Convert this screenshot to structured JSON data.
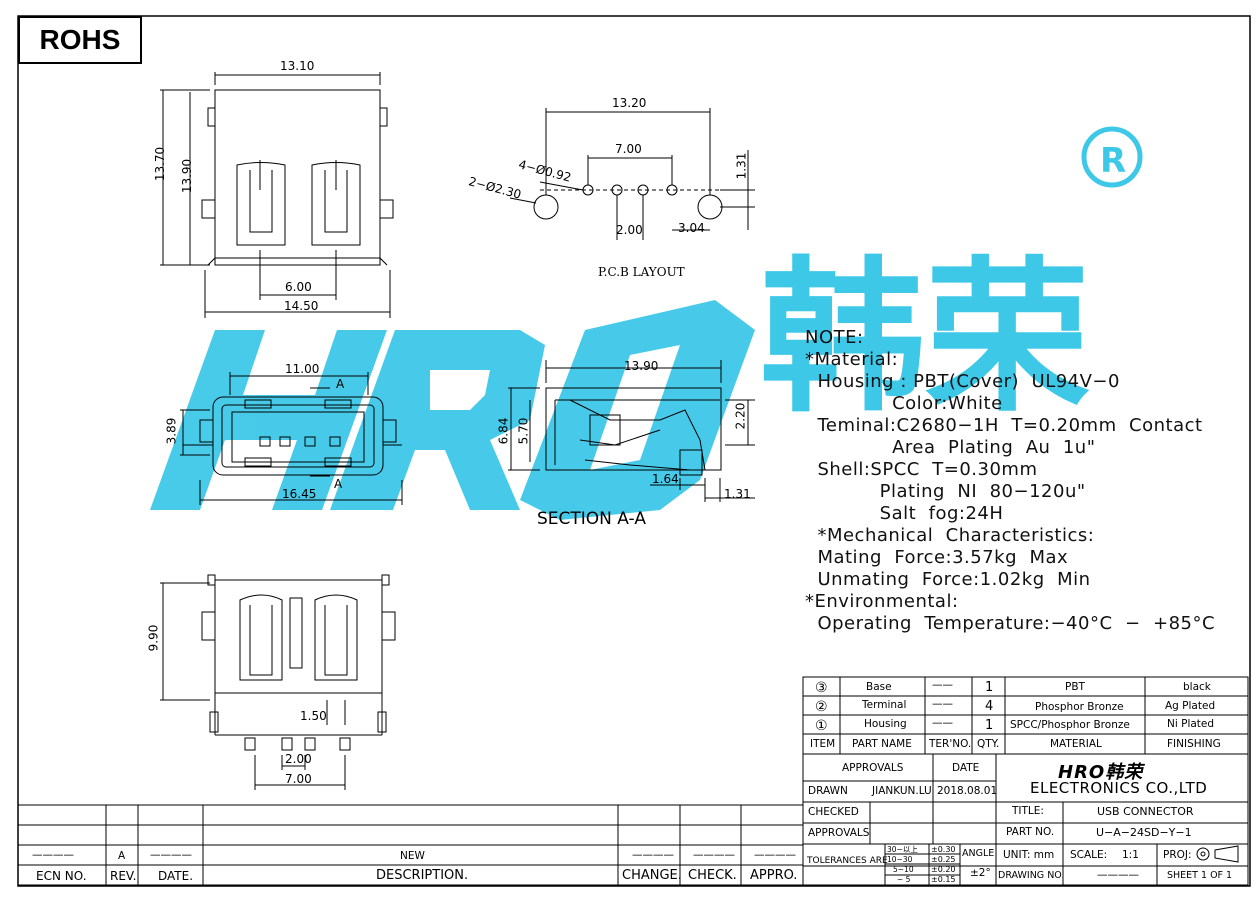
{
  "badge": {
    "rohs": "ROHS"
  },
  "watermark": {
    "latin": "HRO",
    "cjk": "韩荣",
    "registered": "®"
  },
  "dims": {
    "front_width": "13.10",
    "front_h_outer": "13.70",
    "front_h_inner": "13.90",
    "front_pitch": "6.00",
    "front_total": "14.50",
    "pcb_width": "13.20",
    "pcb_pin_span": "7.00",
    "pcb_holes_small": "4−Ø0.92",
    "pcb_holes_large": "2−Ø2.30",
    "pcb_offset": "1.31",
    "pcb_pitch": "2.00",
    "pcb_side": "3.04",
    "mid_width": "11.00",
    "mid_height": "3.89",
    "mid_total": "16.45",
    "section_marker": "A",
    "sec_width": "13.90",
    "sec_h1": "6.84",
    "sec_h2": "5.70",
    "sec_h3": "2.20",
    "sec_b1": "1.64",
    "sec_b2": "1.31",
    "bot_height": "9.90",
    "bot_pin": "1.50",
    "bot_pitch": "2.00",
    "bot_span": "7.00"
  },
  "labels": {
    "pcb_layout": "P.C.B LAYOUT",
    "section": "SECTION A-A"
  },
  "notes": [
    "NOTE:",
    "*Material:",
    "  Housing : PBT(Cover)  UL94V−0",
    "              Color:White",
    "  Teminal:C2680−1H  T=0.20mm  Contact",
    "              Area  Plating  Au  1u\"",
    "  Shell:SPCC  T=0.30mm",
    "            Plating  NI  80−120u\"",
    "            Salt  fog:24H",
    "  *Mechanical  Characteristics:",
    "  Mating  Force:3.57kg  Max",
    "  Unmating  Force:1.02kg  Min",
    "*Environmental:",
    "  Operating  Temperature:−40°C  −  +85°C"
  ],
  "bom": {
    "rows": [
      {
        "item": "③",
        "name": "Base",
        "ter": "——",
        "qty": "1",
        "material": "PBT",
        "finish": "black"
      },
      {
        "item": "②",
        "name": "Terminal",
        "ter": "——",
        "qty": "4",
        "material": "Phosphor  Bronze",
        "finish": "Ag  Plated"
      },
      {
        "item": "①",
        "name": "Housing",
        "ter": "——",
        "qty": "1",
        "material": "SPCC/Phosphor  Bronze",
        "finish": "Ni  Plated"
      }
    ],
    "header": {
      "item": "ITEM",
      "name": "PART  NAME",
      "ter": "TER'NO.",
      "qty": "QTY.",
      "material": "MATERIAL",
      "finish": "FINISHING"
    }
  },
  "title_block": {
    "approvals": "APPROVALS",
    "date": "DATE",
    "drawn": "DRAWN",
    "drawn_by": "JIANKUN.LU",
    "drawn_date": "2018.08.01",
    "checked": "CHECKED",
    "approvals2": "APPROVALS",
    "tolerances": "TOLERANCES  ARE",
    "tol": [
      [
        "30~以上",
        "±0.30"
      ],
      [
        "10~30",
        "±0.25"
      ],
      [
        "5~10",
        "±0.20"
      ],
      [
        "~ 5",
        "±0.15"
      ]
    ],
    "angle": "ANGLE",
    "angle_val": "±2°",
    "company_logo": "HRO韩荣",
    "company": "ELECTRONICS  CO.,LTD",
    "title_label": "TITLE:",
    "title": "USB  CONNECTOR",
    "part_label": "PART  NO.",
    "part_no": "U−A−24SD−Y−1",
    "unit": "UNIT:  mm",
    "scale": "SCALE:",
    "scale_val": "1:1",
    "proj": "PROJ:",
    "drawing_no": "DRAWING  NO.",
    "drawing_no_val": "————",
    "sheet": "SHEET   1  OF  1"
  },
  "revision": {
    "row": {
      "ecn": "————",
      "rev": "A",
      "date": "————",
      "desc": "NEW",
      "change": "————",
      "check": "————",
      "appro": "————"
    },
    "header": {
      "ecn": "ECN  NO.",
      "rev": "REV.",
      "date": "DATE.",
      "desc": "DESCRIPTION.",
      "change": "CHANGE.",
      "check": "CHECK.",
      "appro": "APPRO."
    }
  },
  "colors": {
    "watermark": "#3ec8e8",
    "line": "#000000"
  }
}
